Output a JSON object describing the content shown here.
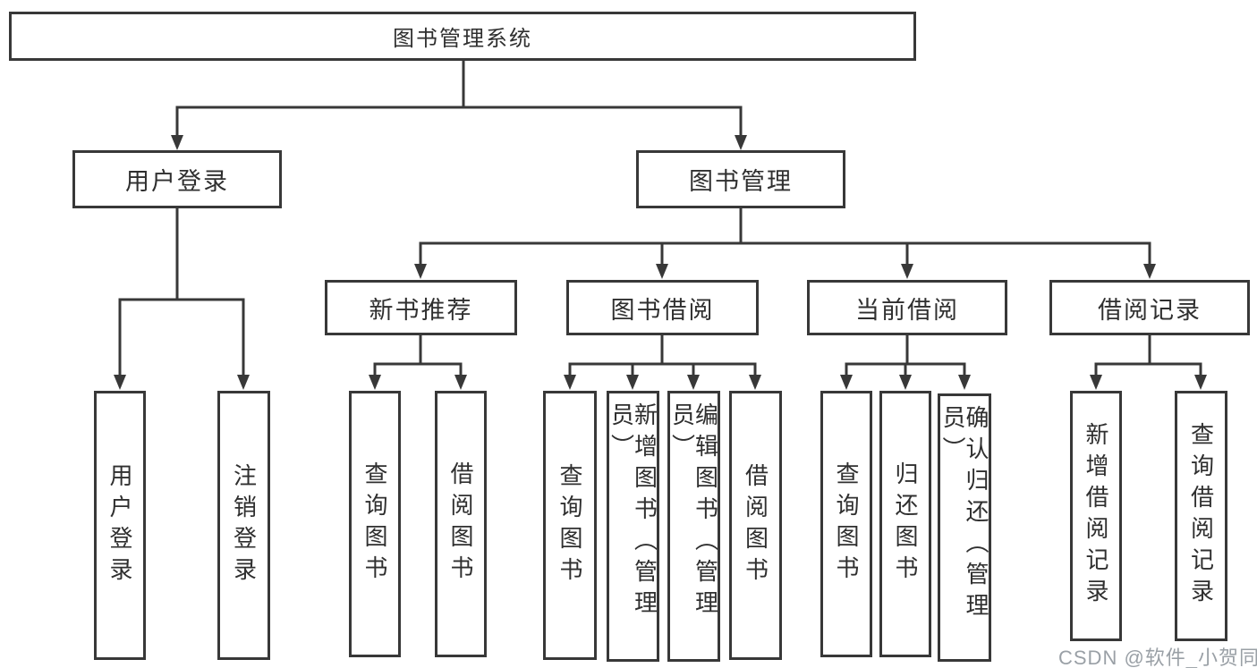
{
  "title": "图书管理系统",
  "level2": {
    "user_login": "用户登录",
    "book_management": "图书管理"
  },
  "level3": {
    "new_book_recommendation": "新书推荐",
    "book_borrowing": "图书借阅",
    "current_borrowing": "当前借阅",
    "borrowing_records": "借阅记录"
  },
  "leaves": {
    "user_login": {
      "items": [
        "用户登录",
        "注销登录"
      ]
    },
    "new_book_recommendation": {
      "items": [
        "查询图书",
        "借阅图书"
      ]
    },
    "book_borrowing": {
      "items": [
        "查询图书",
        "新增图书（管理员）",
        "编辑图书（管理员）",
        "借阅图书"
      ]
    },
    "current_borrowing": {
      "items": [
        "查询图书",
        "归还图书",
        "确认归还（管理员）"
      ]
    },
    "borrowing_records": {
      "items": [
        "新增借阅记录",
        "查询借阅记录"
      ]
    }
  },
  "watermark": "CSDN @软件_小贺同学",
  "colors": {
    "line": "#383838",
    "box_border": "#383838",
    "text": "#2f2f2f",
    "watermark": "#9aa0a6",
    "background": "#ffffff"
  }
}
